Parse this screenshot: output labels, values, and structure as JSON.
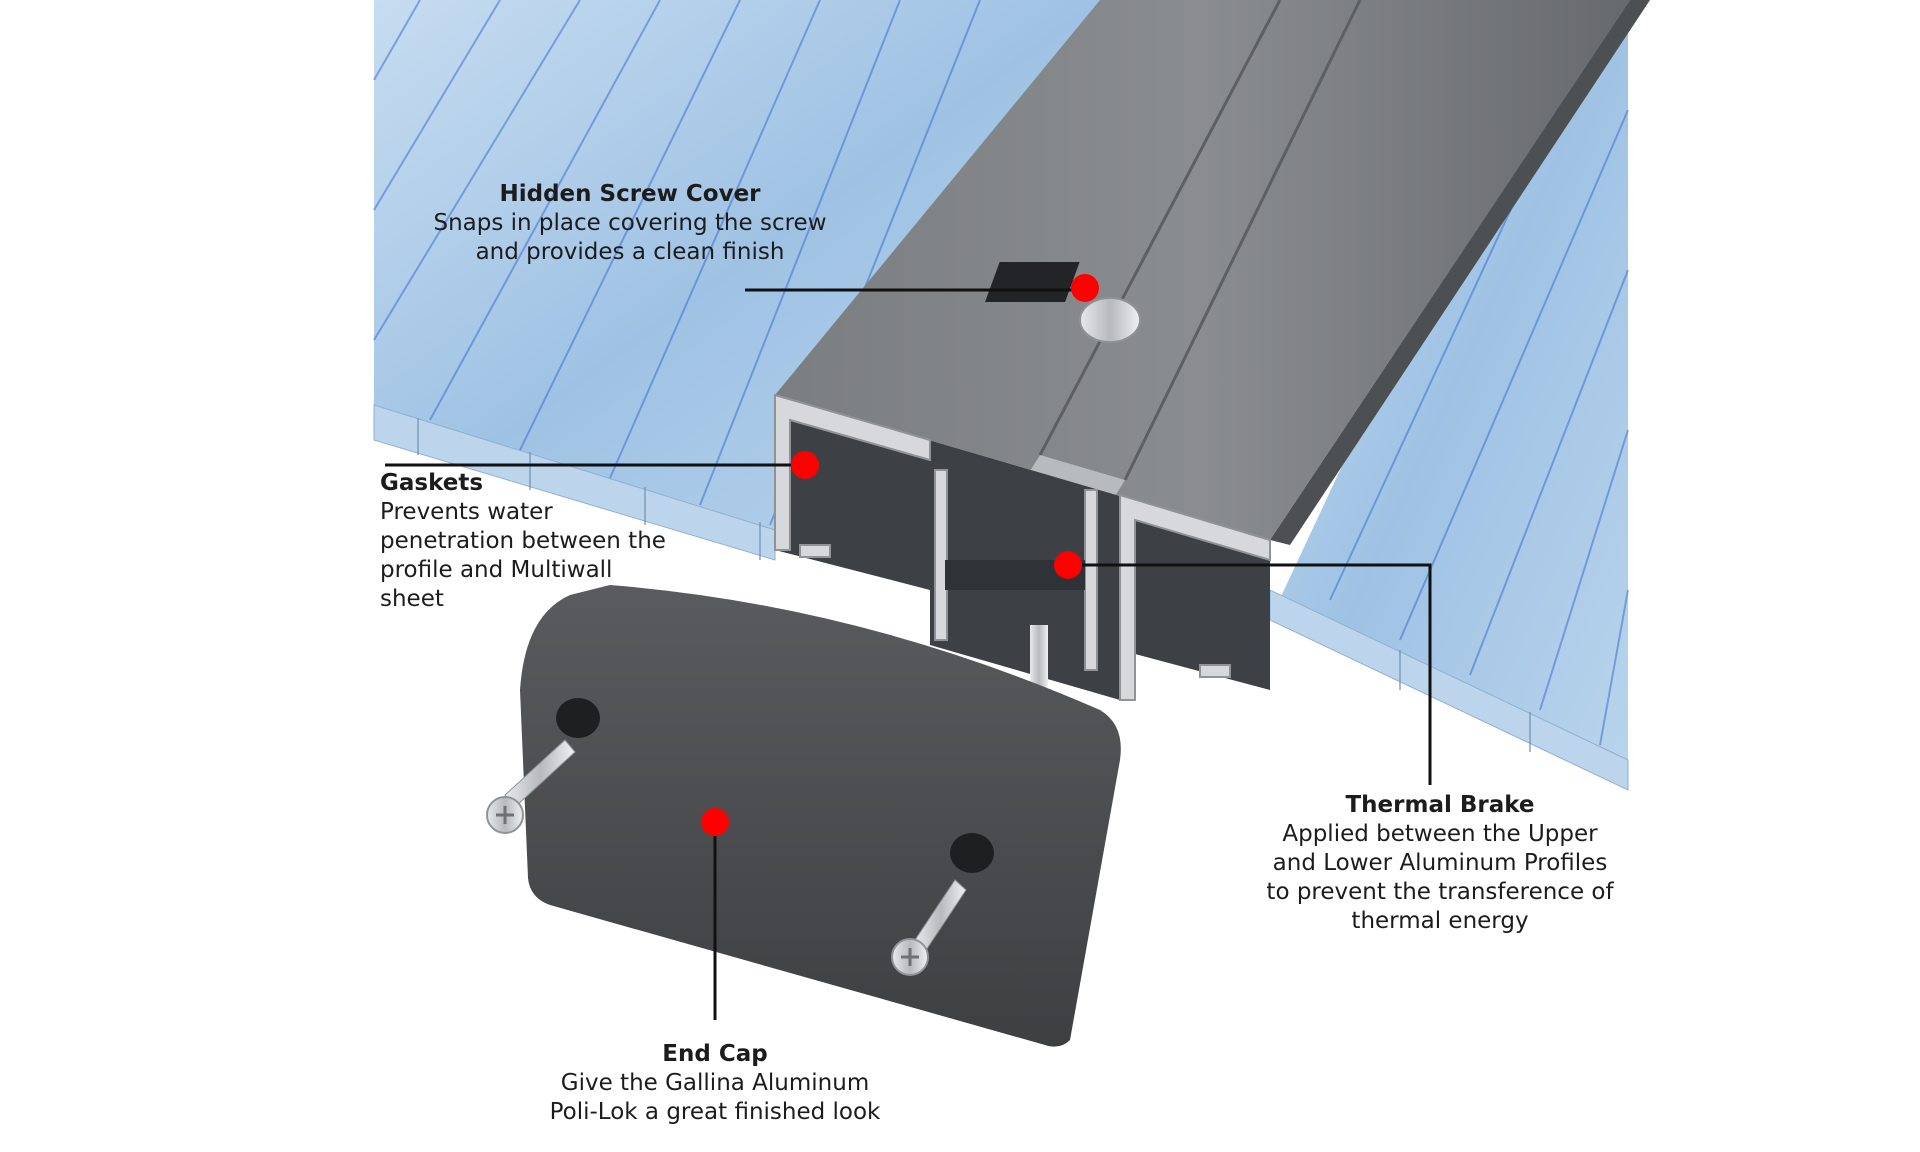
{
  "callouts": {
    "screw_cover": {
      "title": "Hidden Screw Cover",
      "line1": "Snaps in place covering the screw",
      "line2": "and provides a clean finish"
    },
    "gaskets": {
      "title": "Gaskets",
      "line1": "Prevents water",
      "line2": "penetration between the",
      "line3": "profile and Multiwall",
      "line4": "sheet"
    },
    "thermal_brake": {
      "title": "Thermal Brake",
      "line1": "Applied between the Upper",
      "line2": "and Lower Aluminum Profiles",
      "line3": "to prevent the transference of",
      "line4": "thermal energy"
    },
    "end_cap": {
      "title": "End Cap",
      "line1": "Give the Gallina Aluminum",
      "line2": "Poli-Lok a great finished look"
    }
  },
  "colors": {
    "marker": "#ff0000",
    "leader": "#111111",
    "sheet_blue": "#a9c9e6",
    "profile_grey": "#6f7274",
    "end_cap_grey": "#4a4b4d",
    "screw_silver": "#c9ccd0"
  }
}
